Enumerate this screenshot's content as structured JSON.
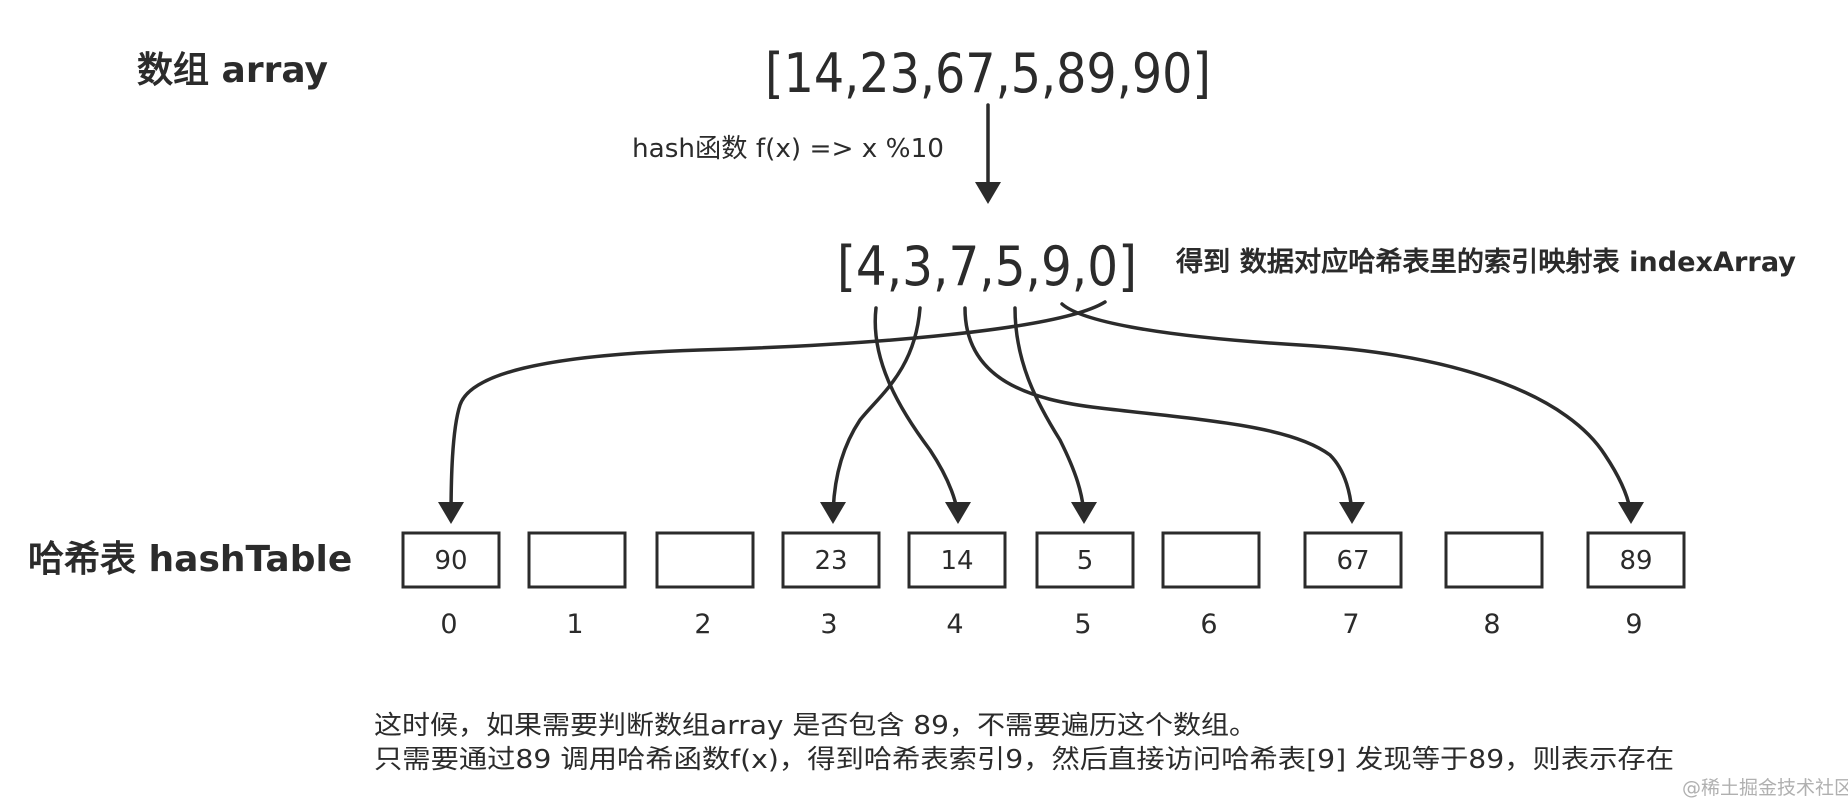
{
  "array_label": "数组 array",
  "array_value": "[14,23,67,5,89,90]",
  "hash_fn_label": "hash函数 f(x) => x %10",
  "index_array_value": "[4,3,7,5,9,0]",
  "index_array_note": "得到 数据对应哈希表里的索引映射表 indexArray",
  "hashtable_label": "哈希表 hashTable",
  "cells": [
    {
      "value": "90",
      "index": "0"
    },
    {
      "value": "",
      "index": "1"
    },
    {
      "value": "",
      "index": "2"
    },
    {
      "value": "23",
      "index": "3"
    },
    {
      "value": "14",
      "index": "4"
    },
    {
      "value": "5",
      "index": "5"
    },
    {
      "value": "",
      "index": "6"
    },
    {
      "value": "67",
      "index": "7"
    },
    {
      "value": "",
      "index": "8"
    },
    {
      "value": "89",
      "index": "9"
    }
  ],
  "note_lines": [
    "这时候，如果需要判断数组array 是否包含 89，不需要遍历这个数组。",
    "只需要通过89 调用哈希函数f(x)，得到哈希表索引9，然后直接访问哈希表[9] 发现等于89，则表示存在"
  ],
  "watermark": "@稀土掘金技术社区",
  "colors": {
    "ink": "#2b2b2b",
    "watermark": "#b0b0b0"
  }
}
